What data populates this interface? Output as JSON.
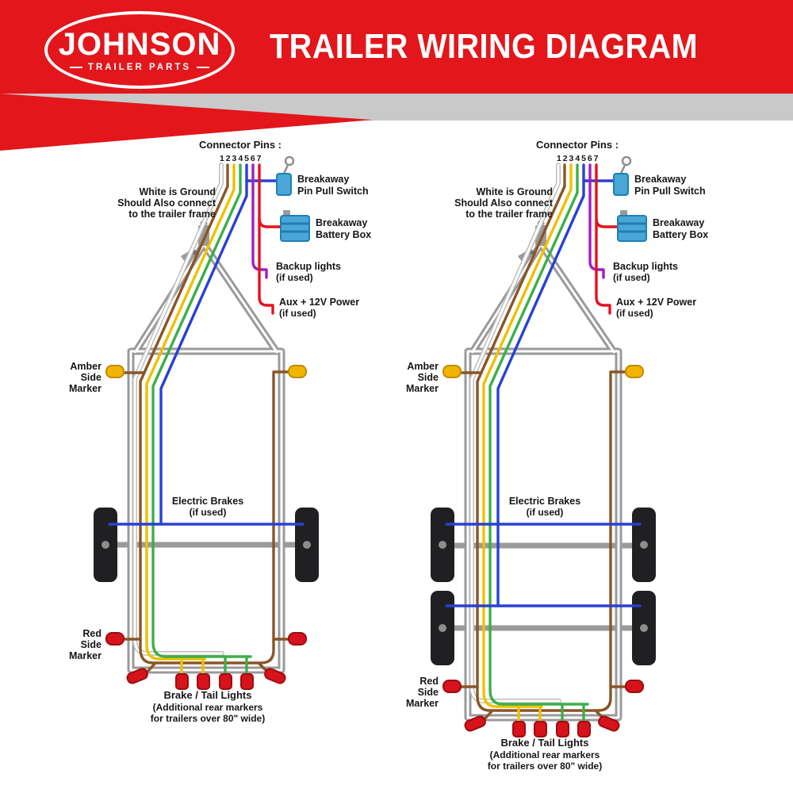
{
  "header": {
    "logo_name": "JOHNSON",
    "logo_sub": "TRAILER PARTS",
    "title": "TRAILER WIRING DIAGRAM"
  },
  "labels": {
    "connector_pins": "Connector Pins :",
    "pin_numbers": "1 2 3 4 5 6 7",
    "breakaway_switch": {
      "l1": "Breakaway",
      "l2": "Pin Pull Switch"
    },
    "breakaway_battery": {
      "l1": "Breakaway",
      "l2": "Battery Box"
    },
    "ground": {
      "l1": "White is Ground",
      "l2": "Should Also connect",
      "l3": "to the trailer frame"
    },
    "backup": {
      "l1": "Backup lights",
      "l2": "(if used)"
    },
    "aux": {
      "l1": "Aux + 12V Power",
      "l2": "(if used)"
    },
    "amber_marker": {
      "l1": "Amber",
      "l2": "Side",
      "l3": "Marker"
    },
    "electric_brakes": {
      "l1": "Electric Brakes",
      "l2": "(if used)"
    },
    "red_marker": {
      "l1": "Red",
      "l2": "Side",
      "l3": "Marker"
    },
    "tail": {
      "l1": "Brake / Tail Lights",
      "l2": "(Additional rear markers",
      "l3": "for trailers over 80\" wide)"
    }
  },
  "colors": {
    "brand_red": "#e2161b",
    "band_gray": "#c9c9c9",
    "frame_gray": "#9a9a9a",
    "wire_white": "#ffffff",
    "wire_white_outline": "#bdbdbd",
    "wire_brown": "#8a5526",
    "wire_yellow": "#f0c000",
    "wire_green": "#3cb049",
    "wire_blue": "#2940d4",
    "wire_purple": "#a020c0",
    "wire_red": "#e8101c",
    "marker_amber": "#f3b400",
    "marker_red": "#d6131b",
    "battery_blue": "#4aa6d6",
    "tire_black": "#202022"
  }
}
